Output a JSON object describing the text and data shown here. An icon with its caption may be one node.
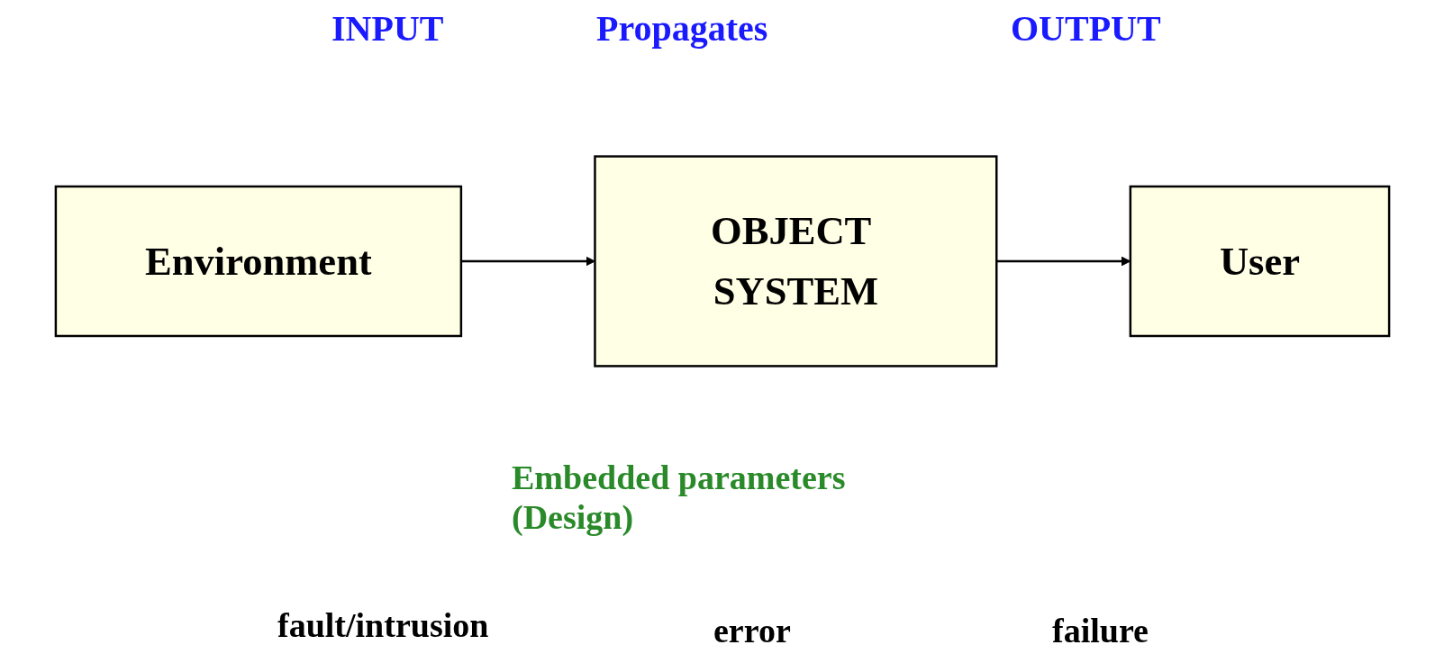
{
  "diagram": {
    "nodes": [
      {
        "text": [
          "Environment"
        ]
      },
      {
        "text": [
          "OBJECT SYSTEM"
        ]
      },
      {
        "text": [
          "User"
        ]
      }
    ],
    "edges": [
      {
        "from": 0,
        "to": 1,
        "arrow": "to"
      },
      {
        "from": 1,
        "to": 2,
        "arrow": "to"
      }
    ],
    "labels": [
      "INPUT",
      "Propagates",
      "OUTPUT",
      "Embedded parameters (Design)",
      "fault/intrusion",
      "error",
      "failure"
    ]
  }
}
